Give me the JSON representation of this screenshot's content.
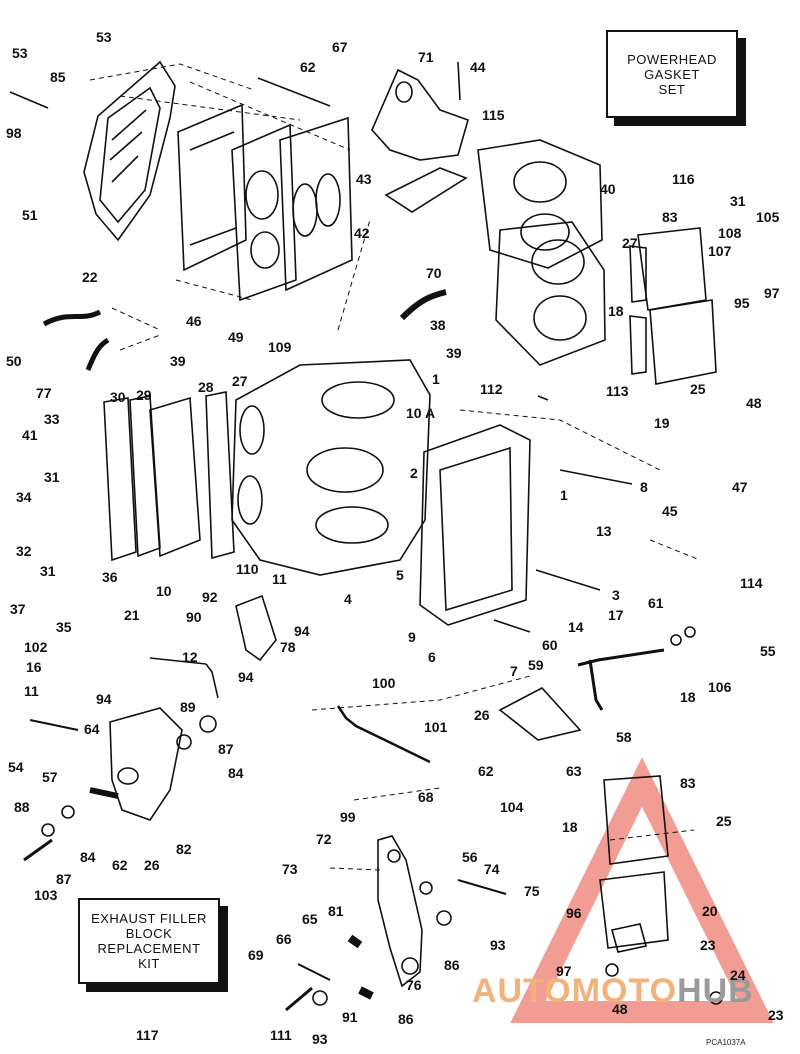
{
  "diagram": {
    "boxes": {
      "powerhead": [
        "POWERHEAD",
        "GASKET",
        "SET"
      ],
      "exhaust": [
        "EXHAUST FILLER",
        "BLOCK",
        "REPLACEMENT",
        "KIT"
      ]
    },
    "watermark": {
      "part1": "AUTOMOTO",
      "part2": "HUB"
    },
    "figure_code": "PCA1037A",
    "callouts": [
      "53",
      "53",
      "85",
      "98",
      "62",
      "67",
      "71",
      "44",
      "51",
      "46",
      "49",
      "109",
      "43",
      "42",
      "115",
      "40",
      "116",
      "27",
      "31",
      "83",
      "105",
      "108",
      "107",
      "70",
      "22",
      "50",
      "77",
      "39",
      "38",
      "39",
      "18",
      "95",
      "97",
      "19",
      "25",
      "48",
      "30",
      "29",
      "28",
      "27",
      "1",
      "112",
      "113",
      "33",
      "41",
      "31",
      "34",
      "32",
      "31",
      "10 A",
      "2",
      "1",
      "8",
      "45",
      "47",
      "13",
      "36",
      "37",
      "35",
      "10",
      "110",
      "11",
      "4",
      "5",
      "92",
      "94",
      "3",
      "114",
      "21",
      "90",
      "102",
      "16",
      "12",
      "78",
      "9",
      "6",
      "14",
      "61",
      "17",
      "11",
      "94",
      "94",
      "89",
      "7",
      "60",
      "59",
      "55",
      "106",
      "18",
      "100",
      "101",
      "26",
      "62",
      "63",
      "58",
      "64",
      "54",
      "57",
      "87",
      "84",
      "88",
      "82",
      "62",
      "26",
      "103",
      "87",
      "84",
      "99",
      "68",
      "104",
      "83",
      "25",
      "18",
      "72",
      "73",
      "56",
      "74",
      "75",
      "81",
      "65",
      "66",
      "69",
      "93",
      "86",
      "76",
      "91",
      "86",
      "93",
      "111",
      "96",
      "20",
      "23",
      "97",
      "24",
      "48",
      "23",
      "117"
    ]
  }
}
